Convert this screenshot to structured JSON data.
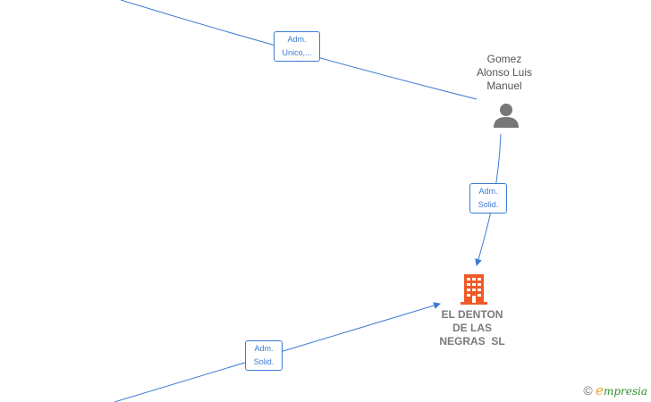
{
  "person": {
    "name_line1": "Gomez",
    "name_line2": "Alonso Luis",
    "name_line3": "Manuel"
  },
  "company": {
    "name_line1": "EL DENTON",
    "name_line2": "DE LAS",
    "name_line3": "NEGRAS  SL"
  },
  "edges": {
    "top_label_line1": "Adm.",
    "top_label_line2": "Unico,...",
    "middle_label_line1": "Adm.",
    "middle_label_line2": "Solid.",
    "bottom_label_line1": "Adm.",
    "bottom_label_line2": "Solid."
  },
  "watermark": {
    "copyright": "©",
    "brand_initial": "e",
    "brand_rest": "mpresia"
  },
  "colors": {
    "edge": "#3c7bd3",
    "company_icon": "#f05a28",
    "person_icon": "#777777"
  }
}
